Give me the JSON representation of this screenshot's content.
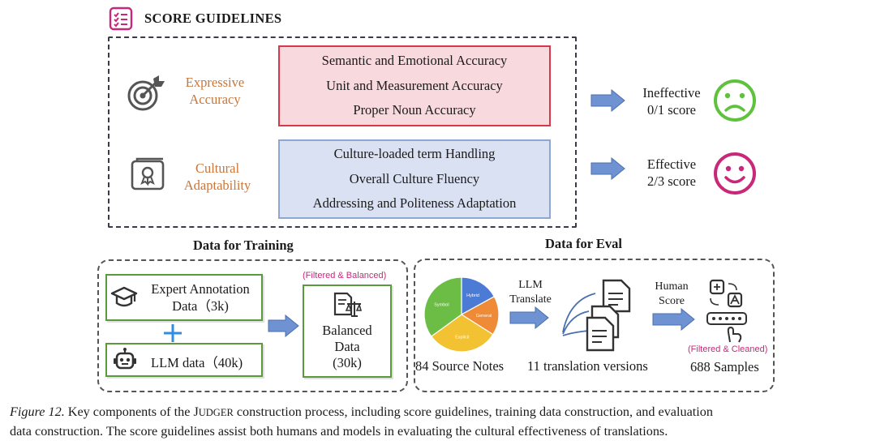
{
  "guidelines": {
    "title": "SCORE GUIDELINES",
    "expressive": {
      "label_line1": "Expressive",
      "label_line2": "Accuracy",
      "criteria": [
        "Semantic and Emotional Accuracy",
        "Unit and Measurement Accuracy",
        "Proper Noun Accuracy"
      ]
    },
    "cultural": {
      "label_line1": "Cultural",
      "label_line2": "Adaptability",
      "criteria": [
        "Culture-loaded term Handling",
        "Overall Culture Fluency",
        "Addressing and Politeness Adaptation"
      ]
    },
    "ineffective": {
      "label": "Ineffective",
      "score": "0/1 score"
    },
    "effective": {
      "label": "Effective",
      "score": "2/3 score"
    }
  },
  "training": {
    "title": "Data for Training",
    "expert_line1": "Expert Annotation",
    "expert_line2": "Data（3k)",
    "llm": "LLM data（40k)",
    "filtered_note": "(Filtered & Balanced)",
    "balanced_line1": "Balanced",
    "balanced_line2": "Data",
    "balanced_line3": "(30k)"
  },
  "eval": {
    "title": "Data for Eval",
    "pie_labels": [
      "Hybrid",
      "General",
      "Explicit",
      "Symbol"
    ],
    "source_notes": "84 Source Notes",
    "llm_translate_line1": "LLM",
    "llm_translate_line2": "Translate",
    "translation_versions": "11 translation versions",
    "human_score_line1": "Human",
    "human_score_line2": "Score",
    "filtered_note": "(Filtered & Cleaned)",
    "samples": "688 Samples"
  },
  "caption": {
    "figure_label": "Figure 12.",
    "line1_a": "Key components of the J",
    "line1_smallcaps": "UDGER",
    "line1_b": " construction process, including score guidelines, training data construction, and evaluation",
    "line2": "data construction. The score guidelines assist both humans and models in evaluating the cultural effectiveness of translations."
  },
  "colors": {
    "accent_pink": "#c8287a",
    "orange_text": "#c9763a",
    "red_box_fill": "#f8d9de",
    "red_box_border": "#d8394a",
    "blue_box_fill": "#d9e1f3",
    "blue_box_border": "#8ea6d4",
    "arrow_fill": "#6f93d2",
    "sad_face": "#5ec23c",
    "happy_face": "#c8287a",
    "plus_blue": "#2f8ee0",
    "green_border": "#5a9a3a"
  },
  "chart_data": {
    "type": "pie",
    "categories": [
      "Hybrid",
      "General",
      "Explicit",
      "Symbol"
    ],
    "values": [
      17,
      17,
      31,
      35
    ],
    "colors": [
      "#4c7bd6",
      "#ef8a37",
      "#f3c232",
      "#6cbd45"
    ]
  }
}
